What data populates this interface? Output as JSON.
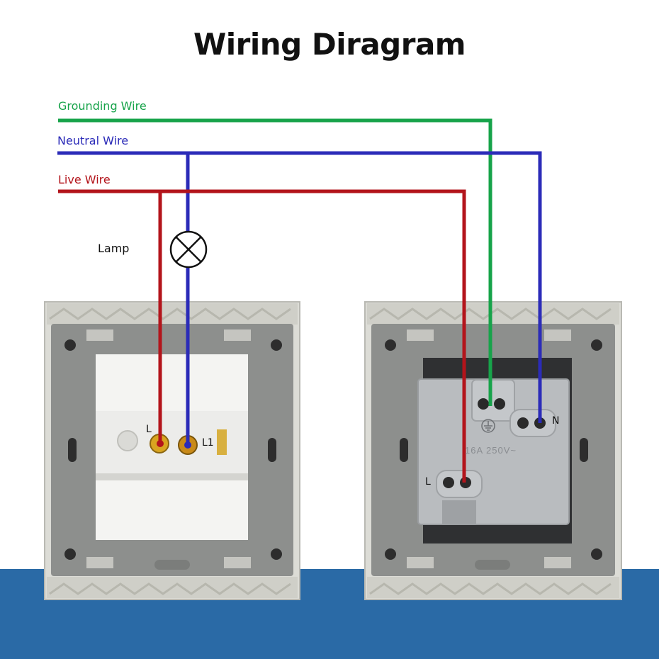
{
  "title": "Wiring Diragram",
  "wires": {
    "ground": {
      "label": "Grounding Wire",
      "color": "#17a34a"
    },
    "neutral": {
      "label": "Neutral Wire",
      "color": "#2b2bb8"
    },
    "live": {
      "label": "Live Wire",
      "color": "#b3141b"
    }
  },
  "lamp": {
    "label": "Lamp",
    "icon": "lamp-symbol-icon"
  },
  "switch_panel": {
    "terminals": {
      "live": "L",
      "load": "L1"
    }
  },
  "socket_panel": {
    "terminals": {
      "neutral": "N",
      "live": "L",
      "earth_icon": "earth-ground-icon"
    },
    "rating": "16A 250V~"
  },
  "colors": {
    "background": "#ffffff",
    "floor": "#2a6aa6",
    "frame": "#d9d9d4",
    "plate": "#8d8f8d",
    "module": "#f4f4f2",
    "socket_body": "#b9bcbf"
  }
}
